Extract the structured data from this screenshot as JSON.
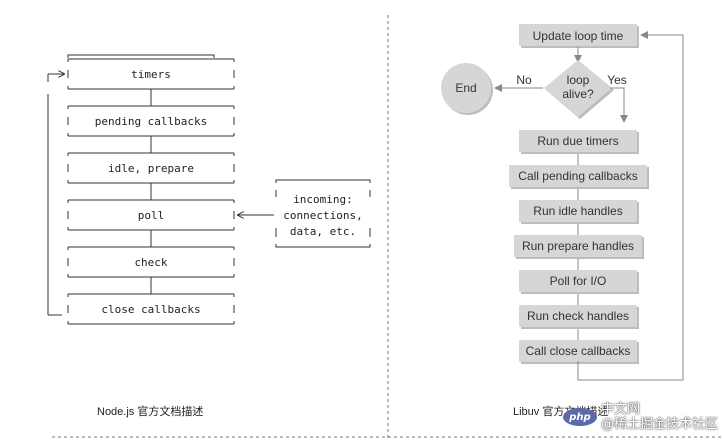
{
  "left": {
    "phases": [
      "timers",
      "pending callbacks",
      "idle, prepare",
      "poll",
      "check",
      "close callbacks"
    ],
    "incoming_lines": [
      "incoming:",
      "connections,",
      "data, etc."
    ],
    "caption": "Node.js 官方文档描述"
  },
  "right": {
    "update": "Update loop time",
    "decision_lines": [
      "loop",
      "alive?"
    ],
    "end": "End",
    "no": "No",
    "yes": "Yes",
    "steps": [
      "Run due timers",
      "Call pending callbacks",
      "Run idle handles",
      "Run prepare handles",
      "Poll for I/O",
      "Run check handles",
      "Call close callbacks"
    ],
    "caption": "Libuv 官方文档描述"
  },
  "watermark": {
    "logo": "php",
    "line1": "中文网",
    "line2": "@稀土掘金技术社区"
  },
  "colors": {
    "box_fill": "#d6d6d6",
    "box_shadow": "#bdbdbd",
    "line": "#888888",
    "text": "#333333"
  }
}
